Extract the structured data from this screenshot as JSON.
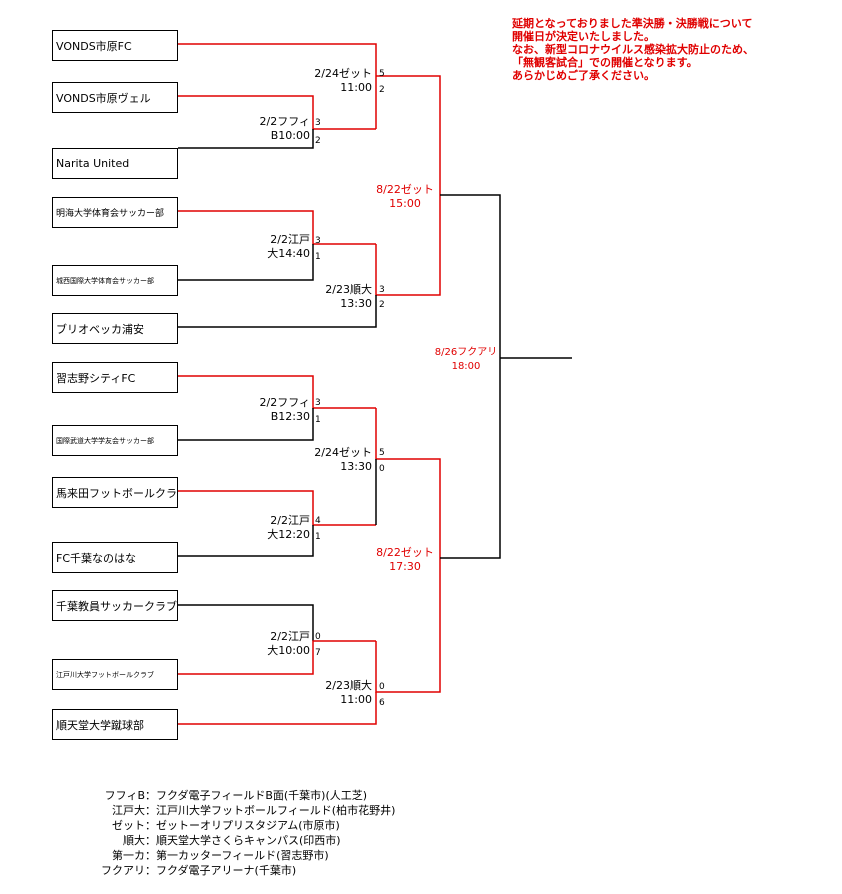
{
  "notice": [
    "延期となっておりました準決勝・決勝戦について",
    "開催日が決定いたしました。",
    "なお、新型コロナウイルス感染拡大防止のため、",
    "「無観客試合」での開催となります。",
    "あらかじめご了承ください。"
  ],
  "teams": [
    "VONDS市原FC",
    "VONDS市原ヴェル",
    "Narita  United",
    "明海大学体育会サッカー部",
    "城西国際大学体育会サッカー部",
    "ブリオベッカ浦安",
    "習志野シティFC",
    "国際武道大学学友会サッカー部",
    "馬来田フットボールクラブ",
    "FC千葉なのはな",
    "千葉教員サッカークラブ",
    "江戸川大学フットボールクラブ",
    "順天堂大学蹴球部"
  ],
  "matches": [
    {
      "l1": "2/2フフィ",
      "l2": "B10:00",
      "s1": "3",
      "s2": "2"
    },
    {
      "l1": "2/24ゼット",
      "l2": "11:00",
      "s1": "5",
      "s2": "2"
    },
    {
      "l1": "2/2江戸",
      "l2": "大14:40",
      "s1": "3",
      "s2": "1"
    },
    {
      "l1": "2/23順大",
      "l2": "13:30",
      "s1": "3",
      "s2": "2"
    },
    {
      "l1": "2/2フフィ",
      "l2": "B12:30",
      "s1": "3",
      "s2": "1"
    },
    {
      "l1": "2/2江戸",
      "l2": "大12:20",
      "s1": "4",
      "s2": "1"
    },
    {
      "l1": "2/24ゼット",
      "l2": "13:30",
      "s1": "5",
      "s2": "0"
    },
    {
      "l1": "2/2江戸",
      "l2": "大10:00",
      "s1": "0",
      "s2": "7"
    },
    {
      "l1": "2/23順大",
      "l2": "11:00",
      "s1": "0",
      "s2": "6"
    }
  ],
  "semis": [
    {
      "l1": "8/22ゼット",
      "l2": "15:00"
    },
    {
      "l1": "8/22ゼット",
      "l2": "17:30"
    }
  ],
  "final": {
    "l1": "8/26フクアリ",
    "l2": "18:00"
  },
  "legend": [
    {
      "k": "フフィB：",
      "v": "フクダ電子フィールドB面(千葉市)(人工芝)"
    },
    {
      "k": "江戸大：",
      "v": "江戸川大学フットボールフィールド(柏市花野井)"
    },
    {
      "k": "ゼット：",
      "v": "ゼットーオリプリスタジアム(市原市)"
    },
    {
      "k": "順大：",
      "v": "順天堂大学さくらキャンパス(印西市)"
    },
    {
      "k": "第一カ：",
      "v": "第一カッターフィールド(習志野市)"
    },
    {
      "k": "フクアリ：",
      "v": "フクダ電子アリーナ(千葉市)"
    }
  ],
  "colors": {
    "winner_line": "#e00000",
    "line": "#000000",
    "accent_text": "#e00000"
  }
}
